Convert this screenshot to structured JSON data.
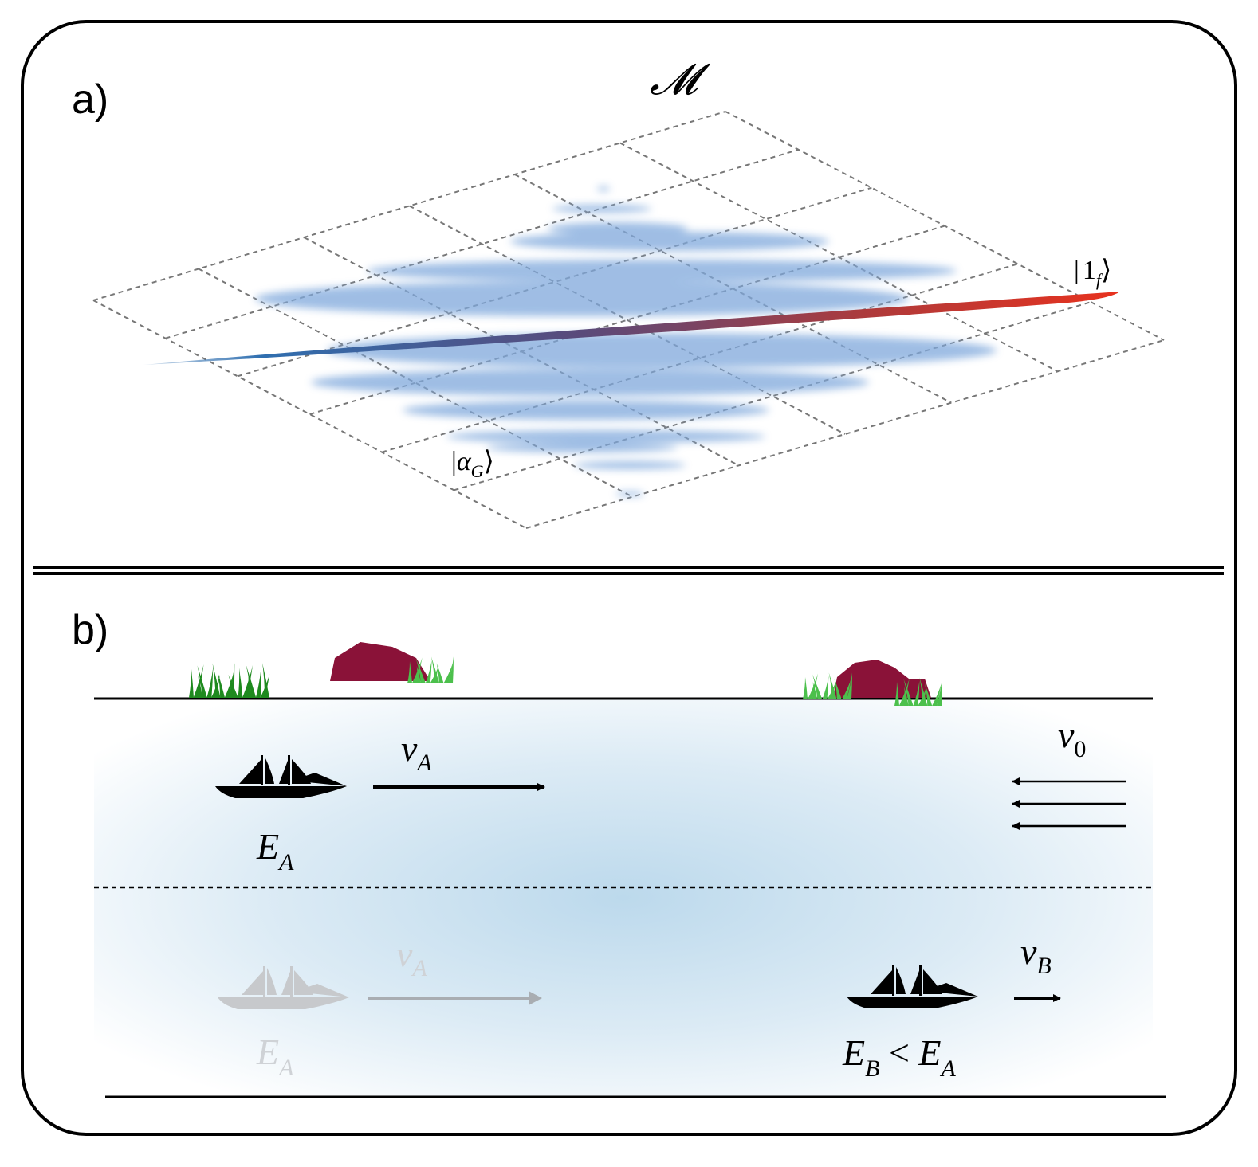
{
  "panel_a": {
    "label": "a)",
    "manifold_symbol": "𝓜",
    "ket_left": {
      "bar": "|",
      "letter": "α",
      "sub": "G",
      "close": "⟩"
    },
    "ket_right": {
      "bar": "|",
      "number": "1",
      "sub": "f",
      "close": "⟩"
    },
    "gradient_colors": {
      "start": "#2f6fb0",
      "end": "#e8321e"
    },
    "ellipse_color": "#7fa8dc"
  },
  "panel_b": {
    "label": "b)",
    "label_vA": {
      "base": "v",
      "sub": "A"
    },
    "label_EA": {
      "base": "E",
      "sub": "A"
    },
    "label_v0": {
      "base": "v",
      "sub": "0"
    },
    "label_vA_faded": {
      "base": "v",
      "sub": "A"
    },
    "label_EA_faded": {
      "base": "E",
      "sub": "A"
    },
    "label_vB": {
      "base": "v",
      "sub": "B"
    },
    "label_EB": {
      "base": "E",
      "sub": "B",
      "relation": " < ",
      "base2": "E",
      "sub2": "A"
    },
    "colors": {
      "water": "#bcd9ec",
      "rock": "#8a1238",
      "grass_dark": "#1e8a1e",
      "grass_light": "#4cc04c"
    }
  }
}
